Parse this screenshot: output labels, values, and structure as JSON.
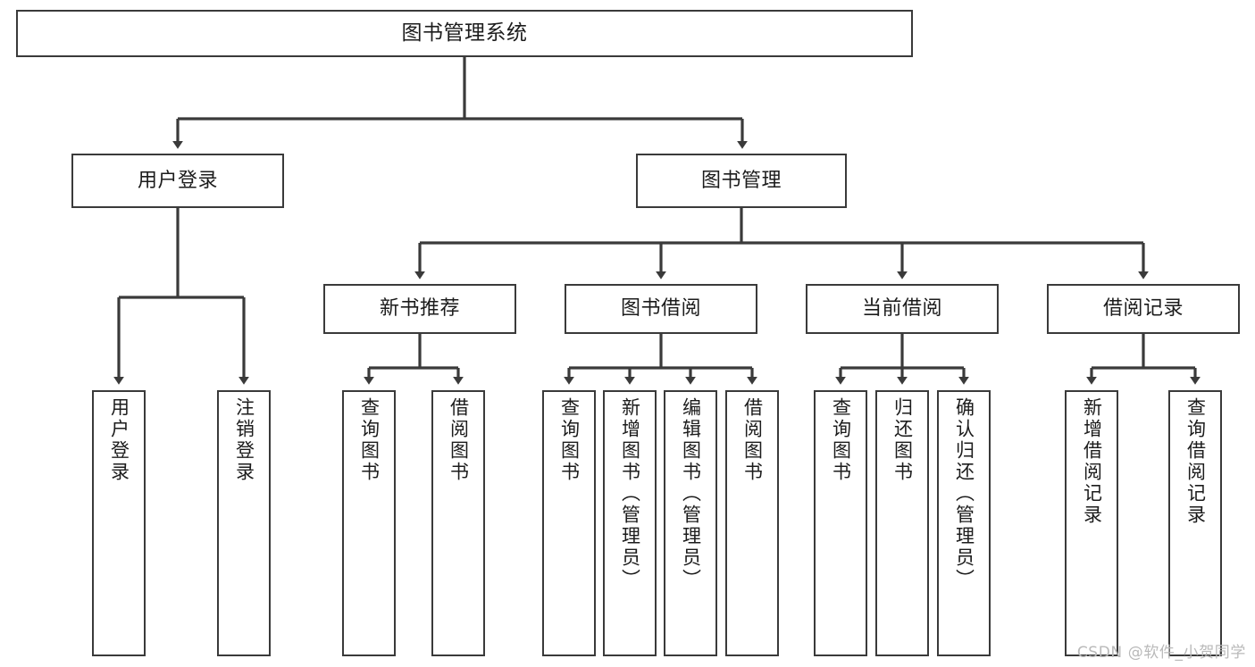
{
  "diagram": {
    "title": "图书管理系统",
    "type": "tree-hierarchy-chart",
    "line_color": "#3a3a3a",
    "background_color": "#ffffff",
    "root": {
      "id": "root",
      "label": "图书管理系统"
    },
    "level2": [
      {
        "id": "user-login",
        "label": "用户登录"
      },
      {
        "id": "book-manage",
        "label": "图书管理"
      }
    ],
    "level3": [
      {
        "id": "new-book-recommend",
        "label": "新书推荐",
        "parent": "book-manage"
      },
      {
        "id": "book-borrow",
        "label": "图书借阅",
        "parent": "book-manage"
      },
      {
        "id": "current-borrow",
        "label": "当前借阅",
        "parent": "book-manage"
      },
      {
        "id": "borrow-record",
        "label": "借阅记录",
        "parent": "book-manage"
      }
    ],
    "leaves": [
      {
        "id": "leaf-user-login",
        "label": "用户登录",
        "parent": "user-login"
      },
      {
        "id": "leaf-logout",
        "label": "注销登录",
        "parent": "user-login"
      },
      {
        "id": "leaf-query-book-1",
        "label": "查询图书",
        "parent": "new-book-recommend"
      },
      {
        "id": "leaf-borrow-book-1",
        "label": "借阅图书",
        "parent": "new-book-recommend"
      },
      {
        "id": "leaf-query-book-2",
        "label": "查询图书",
        "parent": "book-borrow"
      },
      {
        "id": "leaf-add-book",
        "label": "新增图书（管理员）",
        "parent": "book-borrow"
      },
      {
        "id": "leaf-edit-book",
        "label": "编辑图书（管理员）",
        "parent": "book-borrow"
      },
      {
        "id": "leaf-borrow-book-2",
        "label": "借阅图书",
        "parent": "book-borrow"
      },
      {
        "id": "leaf-query-book-3",
        "label": "查询图书",
        "parent": "current-borrow"
      },
      {
        "id": "leaf-return-book",
        "label": "归还图书",
        "parent": "current-borrow"
      },
      {
        "id": "leaf-confirm-return",
        "label": "确认归还（管理员）",
        "parent": "current-borrow"
      },
      {
        "id": "leaf-add-record",
        "label": "新增借阅记录",
        "parent": "borrow-record"
      },
      {
        "id": "leaf-query-record",
        "label": "查询借阅记录",
        "parent": "borrow-record"
      }
    ]
  },
  "watermark": {
    "text": "CSDN @软件_小贺同学"
  }
}
